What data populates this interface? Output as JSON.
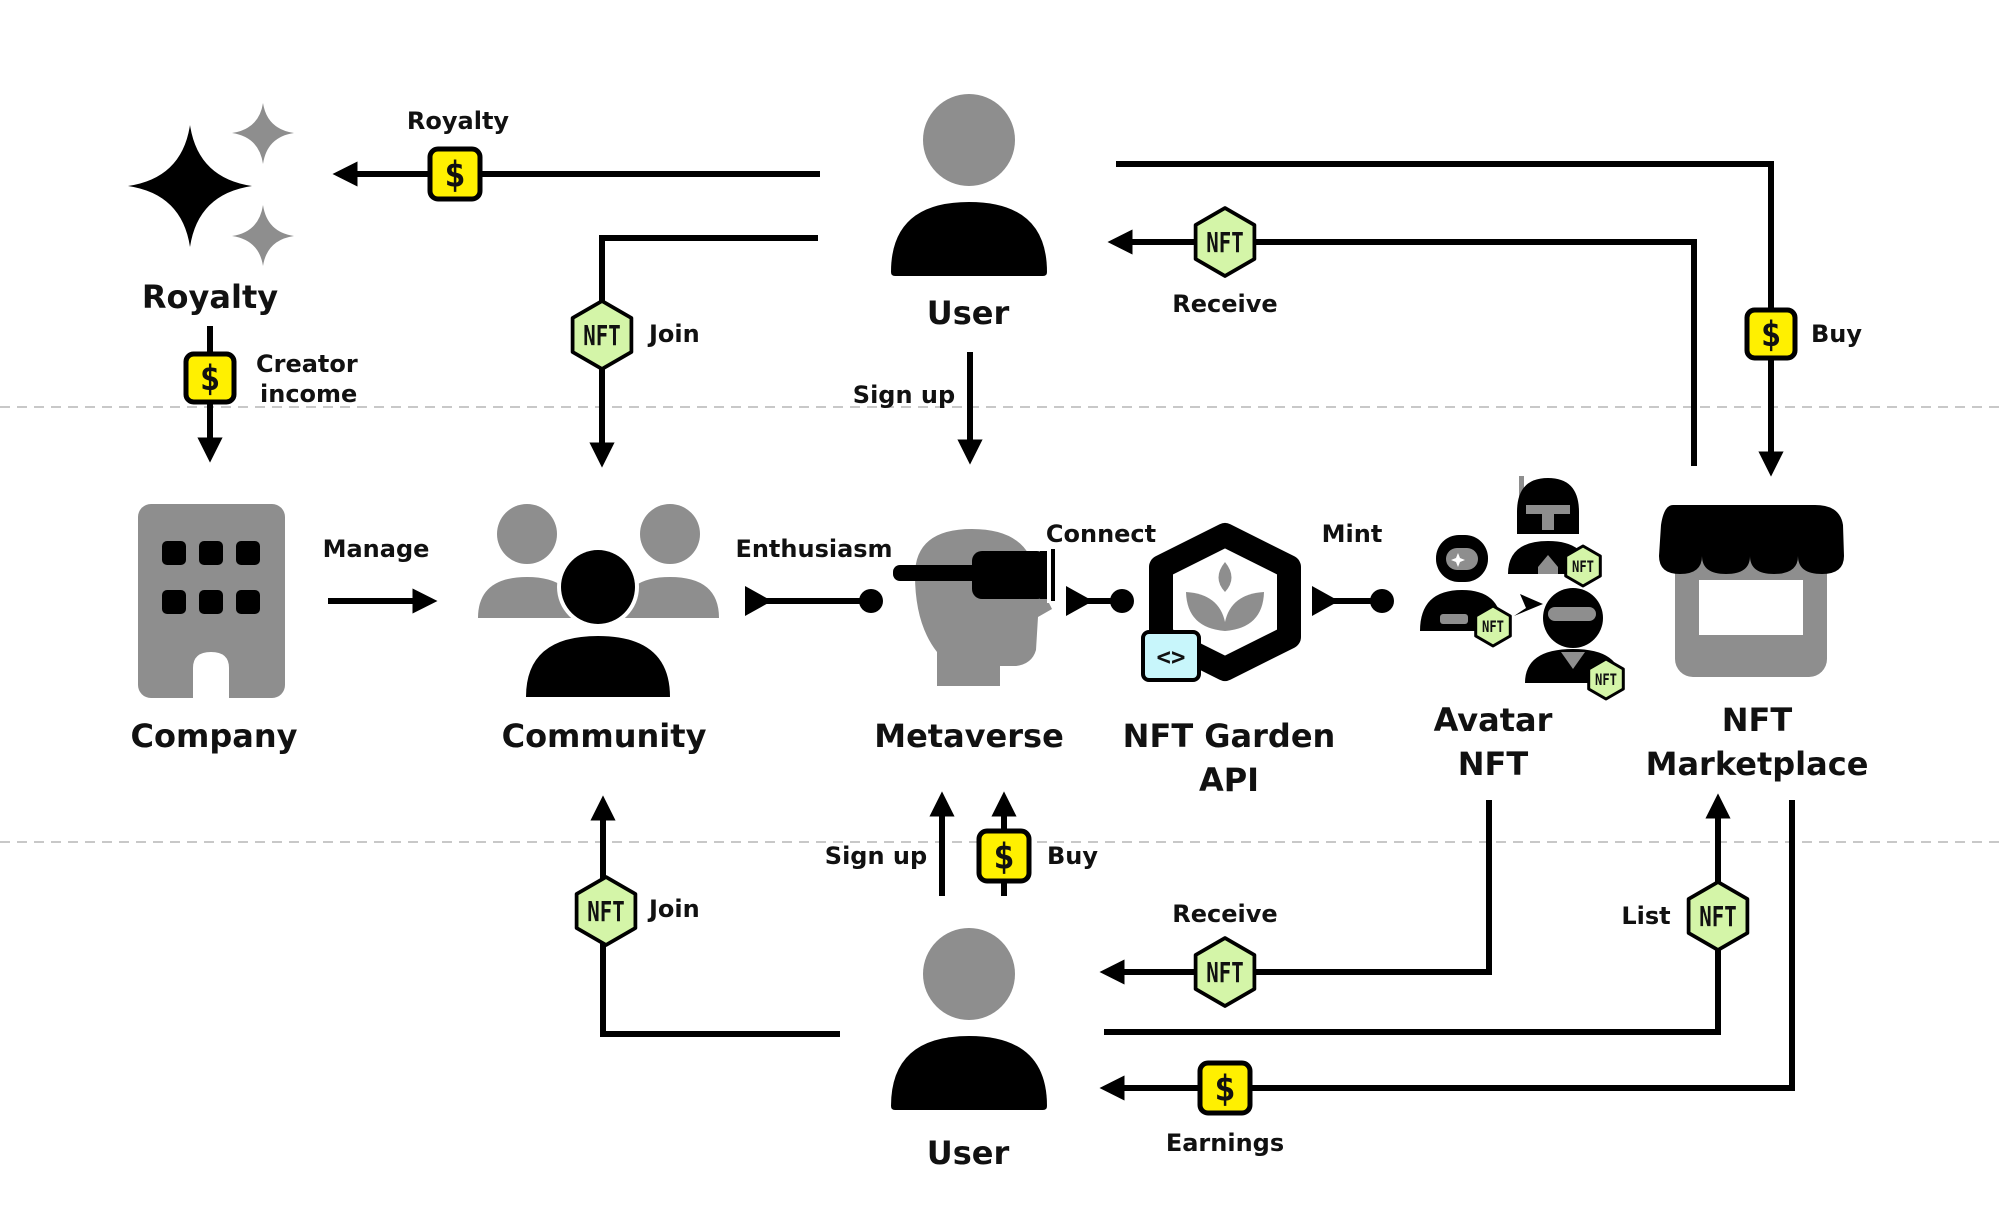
{
  "colors": {
    "ink": "#000000",
    "gray": "#8e8e8e",
    "nft_badge_fill": "#d4f5a8",
    "coin_badge_fill": "#fff000",
    "api_badge_fill": "#c8f6fb",
    "divider": "#c8c8c8",
    "background": "#ffffff"
  },
  "badges": {
    "nft_text": "NFT",
    "coin_text": "$",
    "api_text": "<>"
  },
  "nodes": {
    "royalty": {
      "label": "Royalty",
      "icon": "sparkles-icon"
    },
    "user_top": {
      "label": "User",
      "icon": "user-icon"
    },
    "company": {
      "label": "Company",
      "icon": "building-icon"
    },
    "community": {
      "label": "Community",
      "icon": "people-group-icon"
    },
    "metaverse": {
      "label": "Metaverse",
      "icon": "vr-headset-icon"
    },
    "api": {
      "label_line1": "NFT Garden",
      "label_line2": "API",
      "icon": "nft-garden-logo-icon"
    },
    "avatar": {
      "label_line1": "Avatar",
      "label_line2": "NFT",
      "icon": "avatar-characters-icon"
    },
    "marketplace": {
      "label_line1": "NFT",
      "label_line2": "Marketplace",
      "icon": "storefront-icon"
    },
    "user_bottom": {
      "label": "User",
      "icon": "user-icon"
    }
  },
  "edges": {
    "royalty_payment": "Royalty",
    "creator_income_line1": "Creator",
    "creator_income_line2": "income",
    "join_top": "Join",
    "signup_top": "Sign up",
    "receive_top": "Receive",
    "buy_top": "Buy",
    "manage": "Manage",
    "enthusiasm": "Enthusiasm",
    "connect": "Connect",
    "mint": "Mint",
    "join_bottom": "Join",
    "signup_bottom": "Sign up",
    "buy_bottom": "Buy",
    "receive_bottom": "Receive",
    "list": "List",
    "earnings": "Earnings"
  }
}
